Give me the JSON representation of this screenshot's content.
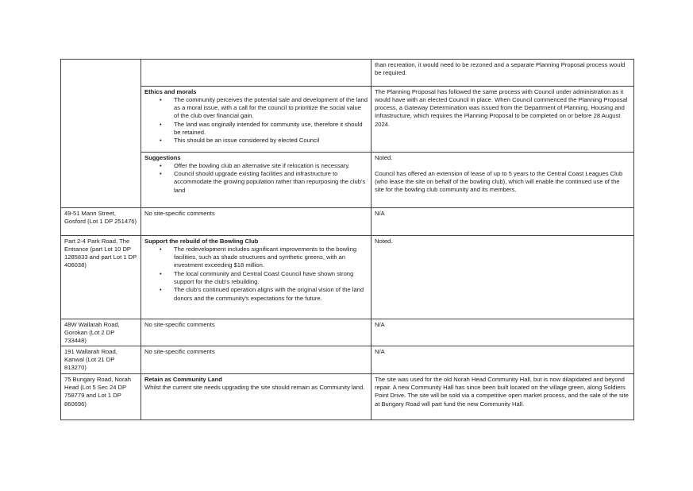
{
  "rows": [
    {
      "site": "",
      "submission": {
        "heading": "",
        "bullets": [],
        "text": ""
      },
      "response": [
        "than recreation, it would need to be rezoned and a separate Planning Proposal process would be required."
      ]
    },
    {
      "site": "",
      "submission": {
        "heading": "Ethics and morals",
        "bullets": [
          "The community perceives the potential sale and development of the land as a moral issue, with a call for the council to prioritize the social value of the club over financial gain.",
          "The land was originally intended for community use, therefore it should be retained.",
          "This should be an issue considered by elected Council"
        ],
        "text": ""
      },
      "response": [
        "The Planning Proposal has followed the same process with Council under administration as it would have with an elected Council in place. When Council commenced the Planning Proposal process, a Gateway Determination was issued from the Department of Planning, Housing and Infrastructure, which requires the Planning Proposal to be completed on or before 28 August 2024."
      ]
    },
    {
      "site": "",
      "submission": {
        "heading": "Suggestions",
        "bullets": [
          "Offer the bowling club an alternative site if relocation is necessary.",
          "Council should upgrade existing facilities and infrastructure to accommodate the growing population rather than repurposing the club's land"
        ],
        "text": ""
      },
      "response": [
        "Noted.",
        "Council has offered an extension of lease of up to 5 years to the Central Coast Leagues Club (who lease the site on behalf of the bowling club), which will enable the continued use of the site for the bowling club community and its members."
      ]
    },
    {
      "site": "49-51 Mann Street, Gosford (Lot 1 DP 251476)",
      "submission": {
        "heading": "",
        "bullets": [],
        "text": "No site-specific comments"
      },
      "response": [
        "N/A"
      ]
    },
    {
      "site": "Part 2-4 Park Road, The Entrance (part Lot 10 DP 1285833 and part Lot 1 DP 406038)",
      "submission": {
        "heading": "Support the rebuild of the Bowling Club",
        "bullets": [
          "The redevelopment includes significant improvements to the bowling facilities, such as shade structures and synthetic greens, with an investment exceeding $18 million.",
          "The local community and Central Coast Council have shown strong support for the club's rebuilding.",
          "The club's continued operation aligns with the original vision of the land donors and the community's expectations for the future."
        ],
        "text": ""
      },
      "response": [
        "Noted."
      ]
    },
    {
      "site": "48W Wallarah Road, Gorokan (Lot 2 DP 733448)",
      "submission": {
        "heading": "",
        "bullets": [],
        "text": "No site-specific comments"
      },
      "response": [
        "N/A"
      ]
    },
    {
      "site": "191 Wallarah Road, Kanwal (Lot 21 DP 813270)",
      "submission": {
        "heading": "",
        "bullets": [],
        "text": "No site-specific comments"
      },
      "response": [
        "N/A"
      ]
    },
    {
      "site": "75 Bungary Road, Norah Head (Lot 5 Sec 24 DP 758779 and Lot 1 DP 860696)",
      "submission": {
        "heading": "Retain as Community Land",
        "bullets": [],
        "text": "Whilst the current site needs upgrading the site should remain as Community land."
      },
      "response": [
        "The site was used for the old Norah Head Community Hall, but is now dilapidated and beyond repair. A new Community Hall has since been built located on the village green, along Soldiers Point Drive. The site will be sold via a competitive open market process, and the sale of the site at Bungary Road will part fund the new Community Hall."
      ]
    }
  ]
}
